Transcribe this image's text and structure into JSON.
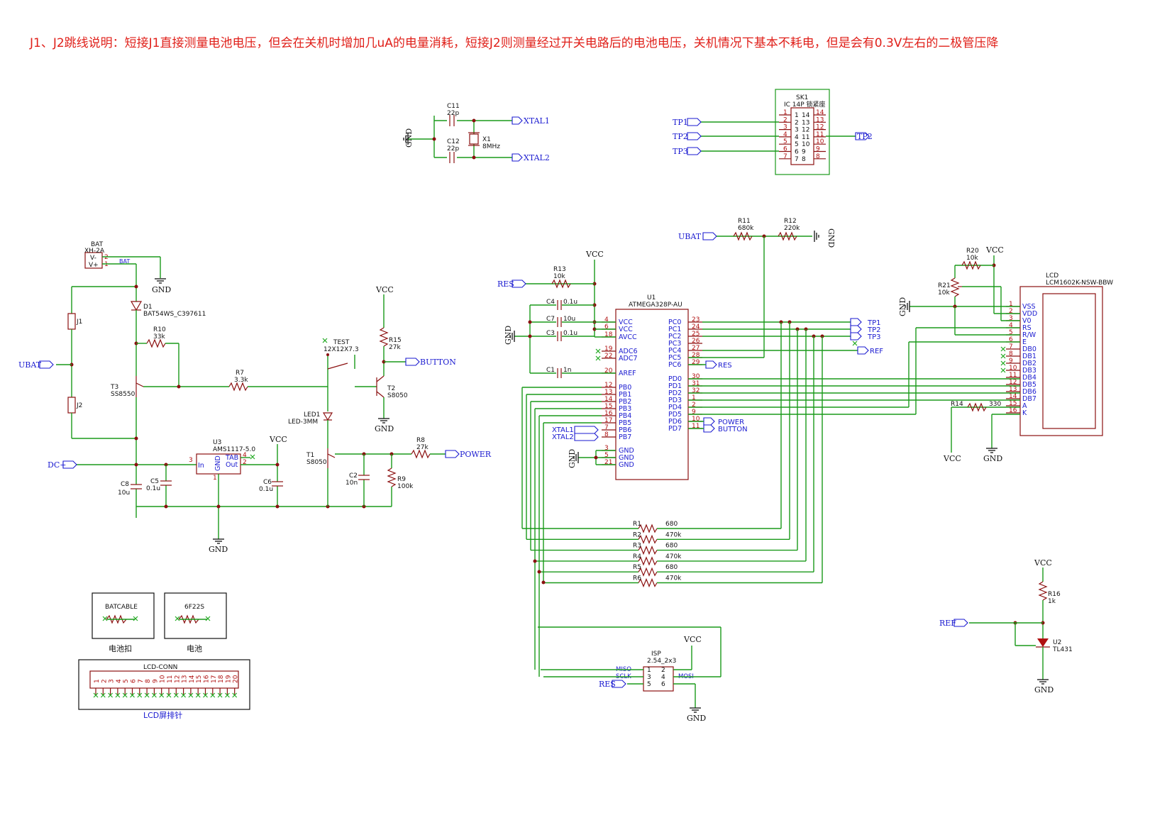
{
  "note": "J1、J2跳线说明：短接J1直接测量电池电压，但会在关机时增加几uA的电量消耗，短接J2则测量经过开关电路后的电池电压，关机情况下基本不耗电，但是会有0.3V左右的二极管压降",
  "nets": {
    "vcc": "VCC",
    "gnd": "GND",
    "ubat": "UBAT",
    "dc": "DC+",
    "res": "RES",
    "xtal1": "XTAL1",
    "xtal2": "XTAL2",
    "tp1": "TP1",
    "tp2": "TP2",
    "tp3": "TP3",
    "ref": "REF",
    "button": "BUTTON",
    "power": "POWER"
  },
  "xtal": {
    "c11_ref": "C11",
    "c11_val": "22p",
    "c12_ref": "C12",
    "c12_val": "22p",
    "x1_ref": "X1",
    "x1_val": "8MHz"
  },
  "socket": {
    "ref": "SK1",
    "val": "IC 14P 锁紧座",
    "left_pins": [
      "1",
      "2",
      "3",
      "4",
      "5",
      "6",
      "7"
    ],
    "right_pins": [
      "14",
      "13",
      "12",
      "11",
      "10",
      "9",
      "8"
    ]
  },
  "battery": {
    "ref": "BAT",
    "part": "XH-2A",
    "pin_neg": "V-",
    "pin_pos": "V+",
    "pin2": "2",
    "pin1": "1",
    "net_label": "BAT"
  },
  "power": {
    "d1_ref": "D1",
    "d1_val": "BAT54WS_C397611",
    "j1": "J1",
    "j2": "J2",
    "r10_ref": "R10",
    "r10_val": "33k",
    "t3_ref": "T3",
    "t3_val": "SS8550",
    "r7_ref": "R7",
    "r7_val": "3.3k",
    "u3_ref": "U3",
    "u3_val": "AMS1117-5.0",
    "u3_in": "In",
    "u3_gnd": "GND",
    "u3_tab": "TAB",
    "u3_out": "Out",
    "u3_pin3": "3",
    "u3_pin1": "1",
    "u3_pin4": "4",
    "u3_pin2": "2",
    "c8_ref": "C8",
    "c8_val": "10u",
    "c5_ref": "C5",
    "c5_val": "0.1u",
    "c6_ref": "C6",
    "c6_val": "0.1u",
    "test_ref": "TEST",
    "test_val": "12X12X7.3",
    "led1_ref": "LED1",
    "led1_val": "LED-3MM",
    "r15_ref": "R15",
    "r15_val": "27k",
    "t2_ref": "T2",
    "t2_val": "S8050",
    "t1_ref": "T1",
    "t1_val": "S8050",
    "c2_ref": "C2",
    "c2_val": "10n",
    "r9_ref": "R9",
    "r9_val": "100k",
    "r8_ref": "R8",
    "r8_val": "27k"
  },
  "mcu": {
    "ref": "U1",
    "part": "ATMEGA328P-AU",
    "left": [
      {
        "num": "4",
        "name": "VCC"
      },
      {
        "num": "6",
        "name": "VCC"
      },
      {
        "num": "18",
        "name": "AVCC"
      },
      {
        "num": "19",
        "name": "ADC6"
      },
      {
        "num": "22",
        "name": "ADC7"
      },
      {
        "num": "20",
        "name": "AREF"
      },
      {
        "num": "12",
        "name": "PB0"
      },
      {
        "num": "13",
        "name": "PB1"
      },
      {
        "num": "14",
        "name": "PB2"
      },
      {
        "num": "15",
        "name": "PB3"
      },
      {
        "num": "16",
        "name": "PB4"
      },
      {
        "num": "17",
        "name": "PB5"
      },
      {
        "num": "7",
        "name": "PB6"
      },
      {
        "num": "8",
        "name": "PB7"
      },
      {
        "num": "3",
        "name": "GND"
      },
      {
        "num": "5",
        "name": "GND"
      },
      {
        "num": "21",
        "name": "GND"
      }
    ],
    "right": [
      {
        "num": "23",
        "name": "PC0"
      },
      {
        "num": "24",
        "name": "PC1"
      },
      {
        "num": "25",
        "name": "PC2"
      },
      {
        "num": "26",
        "name": "PC3"
      },
      {
        "num": "27",
        "name": "PC4"
      },
      {
        "num": "28",
        "name": "PC5"
      },
      {
        "num": "29",
        "name": "PC6"
      },
      {
        "num": "30",
        "name": "PD0"
      },
      {
        "num": "31",
        "name": "PD1"
      },
      {
        "num": "32",
        "name": "PD2"
      },
      {
        "num": "1",
        "name": "PD3"
      },
      {
        "num": "2",
        "name": "PD4"
      },
      {
        "num": "9",
        "name": "PD5"
      },
      {
        "num": "10",
        "name": "PD6"
      },
      {
        "num": "11",
        "name": "PD7"
      }
    ],
    "r13_ref": "R13",
    "r13_val": "10k",
    "c4_ref": "C4",
    "c4_val": "0.1u",
    "c7_ref": "C7",
    "c7_val": "10u",
    "c3_ref": "C3",
    "c3_val": "0.1u",
    "c1_ref": "C1",
    "c1_val": "1n"
  },
  "divider": {
    "r11_ref": "R11",
    "r11_val": "680k",
    "r12_ref": "R12",
    "r12_val": "220k"
  },
  "lcd": {
    "ref": "LCD",
    "part": "LCM1602K-NSW-BBW",
    "pins": [
      {
        "num": "1",
        "name": "VSS"
      },
      {
        "num": "2",
        "name": "VDD"
      },
      {
        "num": "3",
        "name": "V0"
      },
      {
        "num": "4",
        "name": "RS"
      },
      {
        "num": "5",
        "name": "R/W"
      },
      {
        "num": "6",
        "name": "E"
      },
      {
        "num": "7",
        "name": "DB0"
      },
      {
        "num": "8",
        "name": "DB1"
      },
      {
        "num": "9",
        "name": "DB2"
      },
      {
        "num": "10",
        "name": "DB3"
      },
      {
        "num": "11",
        "name": "DB4"
      },
      {
        "num": "12",
        "name": "DB5"
      },
      {
        "num": "13",
        "name": "DB6"
      },
      {
        "num": "14",
        "name": "DB7"
      },
      {
        "num": "15",
        "name": "A"
      },
      {
        "num": "16",
        "name": "K"
      }
    ],
    "r20_ref": "R20",
    "r20_val": "10k",
    "r21_ref": "R21",
    "r21_val": "10k",
    "r14_ref": "R14",
    "r14_val": "330"
  },
  "test_resistors": [
    {
      "ref": "R1",
      "val": "680"
    },
    {
      "ref": "R2",
      "val": "470k"
    },
    {
      "ref": "R3",
      "val": "680"
    },
    {
      "ref": "R4",
      "val": "470k"
    },
    {
      "ref": "R5",
      "val": "680"
    },
    {
      "ref": "R6",
      "val": "470k"
    }
  ],
  "isp": {
    "ref": "ISP",
    "val": "2.54_2x3",
    "miso": "MISO",
    "sclk": "SCLK",
    "mosi": "MOSI",
    "pins": [
      "1",
      "2",
      "3",
      "4",
      "5",
      "6"
    ]
  },
  "tl431": {
    "r16_ref": "R16",
    "r16_val": "1k",
    "u2_ref": "U2",
    "u2_val": "TL431"
  },
  "boxes": {
    "batcable": "BATCABLE",
    "batcable_caption": "电池扣",
    "f22s": "6F22S",
    "f22s_caption": "电池",
    "lcdconn": "LCD-CONN",
    "lcdconn_caption": "LCD屏排针",
    "lcdconn_pins": [
      "1",
      "2",
      "3",
      "4",
      "5",
      "6",
      "7",
      "8",
      "9",
      "10",
      "11",
      "12",
      "13",
      "14",
      "15",
      "16",
      "17",
      "18",
      "19",
      "20"
    ]
  }
}
